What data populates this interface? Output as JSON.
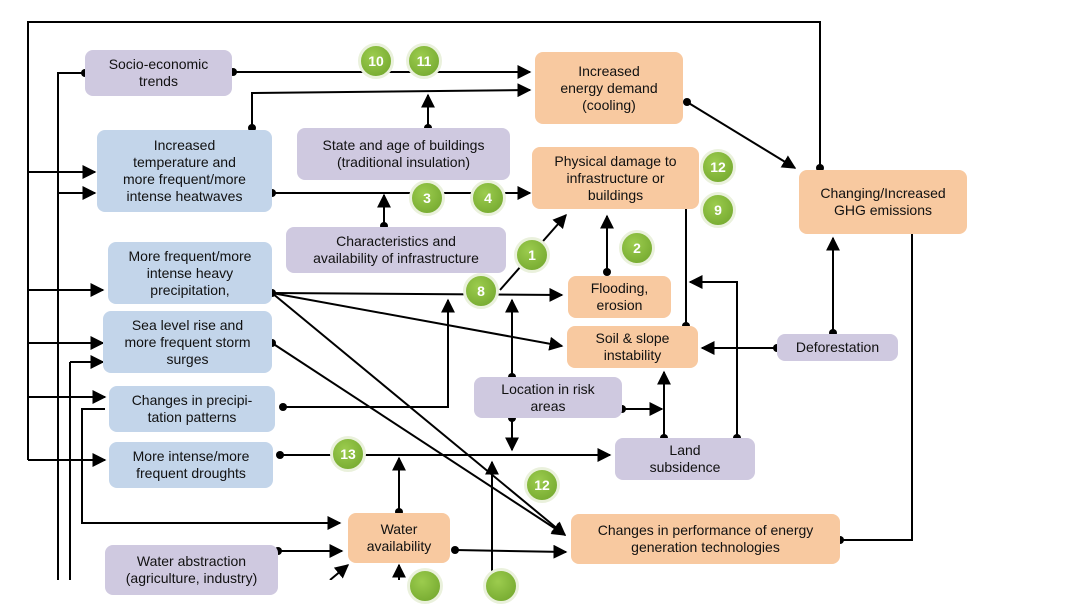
{
  "boxes": {
    "socio": "Socio-economic\ntrends",
    "energy_demand": "Increased\nenergy demand\n(cooling)",
    "buildings_state": "State and age of buildings\n(traditional insulation)",
    "temperature": "Increased\ntemperature and\nmore frequent/more\nintense heatwaves",
    "physical_damage": "Physical damage to\ninfrastructure or\nbuildings",
    "ghg": "Changing/Increased\nGHG emissions",
    "infrastructure_char": "Characteristics and\navailability of infrastructure",
    "heavy_precip": "More frequent/more\nintense heavy\nprecipitation,",
    "flooding": "Flooding,\nerosion",
    "sea_level": "Sea level rise and\nmore frequent storm\nsurges",
    "soil": "Soil & slope\ninstability",
    "deforestation": "Deforestation",
    "precip_patterns": "Changes in precipi-\ntation patterns",
    "location_risk": "Location in risk\nareas",
    "droughts": "More intense/more\nfrequent droughts",
    "subsidence": "Land\nsubsidence",
    "water_availability": "Water\navailability",
    "energy_tech": "Changes in performance of energy\ngeneration technologies",
    "water_abstraction": "Water abstraction\n(agriculture, industry)"
  },
  "badges": [
    "10",
    "11",
    "12",
    "3",
    "4",
    "9",
    "2",
    "1",
    "8",
    "13",
    "12"
  ],
  "colors": {
    "purple": "#cfc9e0",
    "blue": "#c3d5ea",
    "orange": "#f8c9a0",
    "badge_green": "#7cb23a"
  }
}
